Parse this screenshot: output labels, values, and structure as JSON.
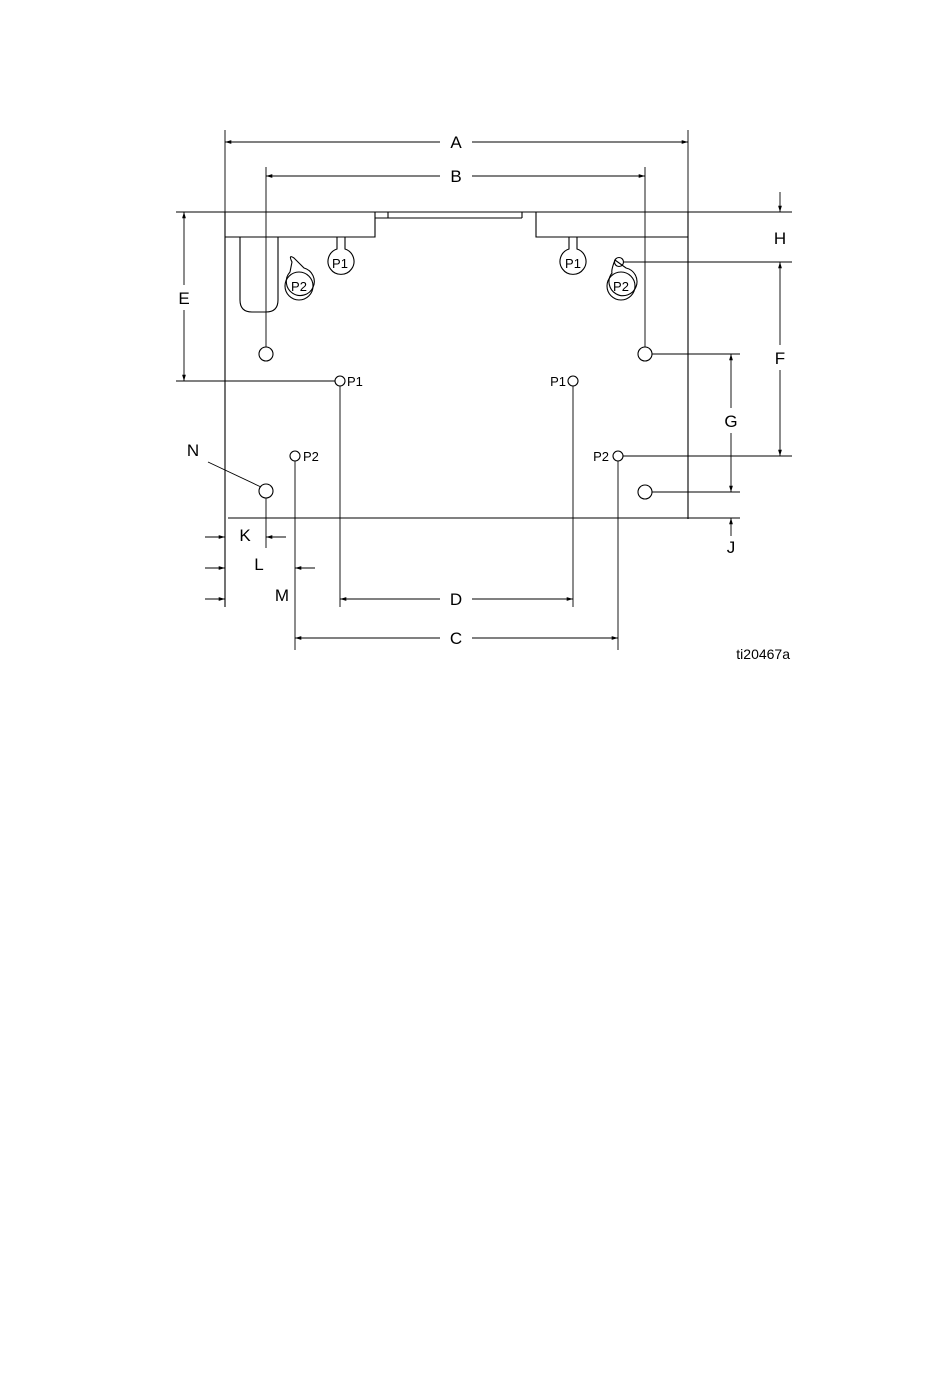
{
  "dimensions": {
    "A": "A",
    "B": "B",
    "C": "C",
    "D": "D",
    "E": "E",
    "F": "F",
    "G": "G",
    "H": "H",
    "J": "J",
    "K": "K",
    "L": "L",
    "M": "M",
    "N": "N"
  },
  "ports": {
    "p1": "P1",
    "p2": "P2"
  },
  "figure_ref": "ti20467a"
}
